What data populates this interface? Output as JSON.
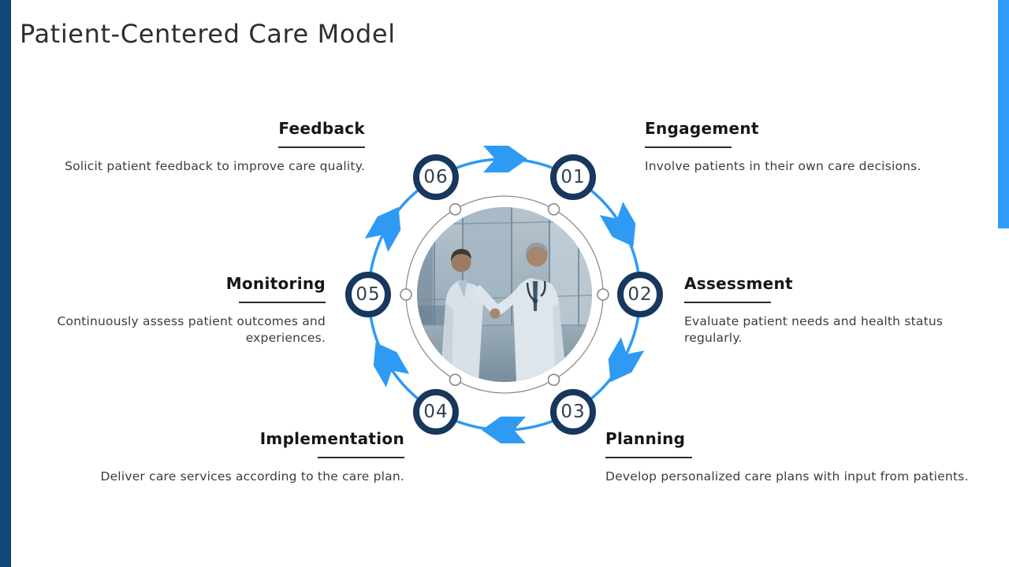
{
  "slide": {
    "title": "Patient-Centered Care Model"
  },
  "colors": {
    "left_bar_navy": "#114679",
    "right_accent_blue": "#2f9df5",
    "cycle_arrow_blue": "#2f9af3",
    "node_ring_navy": "#17375e",
    "node_number_text": "#31404f",
    "heading_text": "#161616",
    "body_text": "#3c3c3c",
    "inner_ring_gray": "#8f8f8f"
  },
  "cycle": {
    "direction": "clockwise",
    "node_count": 6
  },
  "steps": [
    {
      "number": "01",
      "title": "Engagement",
      "description": "Involve patients in their own care decisions."
    },
    {
      "number": "02",
      "title": "Assessment",
      "description": "Evaluate patient needs and health status regularly."
    },
    {
      "number": "03",
      "title": "Planning",
      "description": "Develop personalized care plans with input from patients."
    },
    {
      "number": "04",
      "title": "Implementation",
      "description": "Deliver care services according to the care plan."
    },
    {
      "number": "05",
      "title": "Monitoring",
      "description": "Continuously assess patient outcomes and experiences."
    },
    {
      "number": "06",
      "title": "Feedback",
      "description": "Solicit patient feedback to improve care quality."
    }
  ],
  "center_image": {
    "alt": "Two doctors in white coats shaking hands in a modern glass hospital corridor"
  }
}
